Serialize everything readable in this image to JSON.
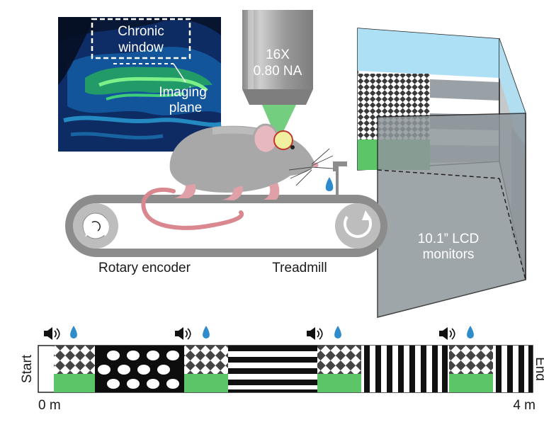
{
  "inset": {
    "window_label_line1": "Chronic",
    "window_label_line2": "window",
    "plane_label_line1": "Imaging",
    "plane_label_line2": "plane"
  },
  "objective": {
    "line1": "16X",
    "line2": "0.80 NA"
  },
  "treadmill": {
    "encoder_label": "Rotary encoder",
    "treadmill_label": "Treadmill"
  },
  "monitors": {
    "line1": "10.1” LCD",
    "line2": "monitors"
  },
  "track": {
    "start_label": "Start",
    "end_label": "End",
    "left_distance": "0 m",
    "right_distance": "4 m"
  },
  "icons": [
    "speaker-icon",
    "water-drop-icon"
  ],
  "colors": {
    "green": "#5cc568",
    "drop_blue": "#2f8ccc",
    "sky": "#aee0f5",
    "monitor_gray": "#9aa1a6",
    "objective_gray": "#9c9c9c",
    "mouse_gray": "#a8a8a8",
    "tail_pink": "#d9888f"
  }
}
